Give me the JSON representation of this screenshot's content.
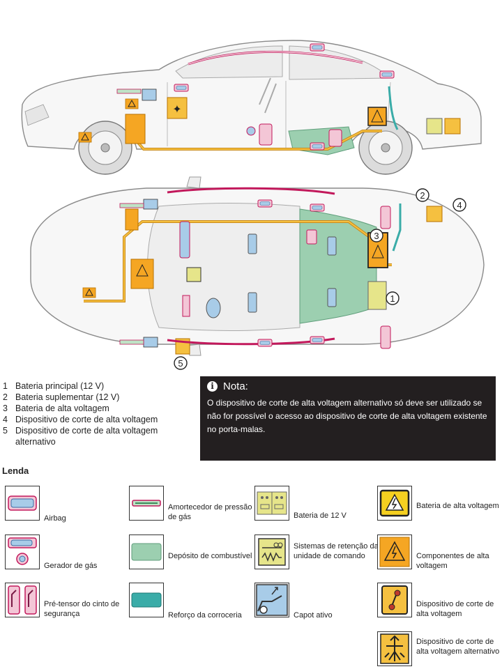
{
  "diagram": {
    "callouts": [
      "1",
      "2",
      "3",
      "4",
      "5"
    ]
  },
  "numbered_list": [
    {
      "num": "1",
      "text": "Bateria principal (12 V)"
    },
    {
      "num": "2",
      "text": "Bateria suplementar (12 V)"
    },
    {
      "num": "3",
      "text": "Bateria de alta voltagem"
    },
    {
      "num": "4",
      "text": "Dispositivo de corte de alta voltagem"
    },
    {
      "num": "5",
      "text": "Dispositivo de corte de alta voltagem alternativo"
    }
  ],
  "note": {
    "title": "Nota:",
    "icon": "info-icon",
    "text": "O dispositivo de corte de alta voltagem alternativo só deve ser utilizado se não for possível o acesso ao dispositivo de corte de alta voltagem existente no porta-malas."
  },
  "legend": {
    "title": "Lenda",
    "items": [
      {
        "label": "Airbag",
        "icon": "airbag-icon"
      },
      {
        "label": "Amortecedor de pressão de gás",
        "icon": "gas-strut-icon"
      },
      {
        "label": "Bateria de 12 V",
        "icon": "battery-12v-icon"
      },
      {
        "label": "Bateria de alta voltagem",
        "icon": "high-voltage-battery-icon"
      },
      {
        "label": "Gerador de gás",
        "icon": "gas-generator-icon"
      },
      {
        "label": "Depósito de combustível",
        "icon": "fuel-tank-icon"
      },
      {
        "label": "Sistemas de retenção da unidade de comando",
        "icon": "restraint-control-unit-icon"
      },
      {
        "label": "Componentes de alta voltagem",
        "icon": "high-voltage-component-icon"
      },
      {
        "label": "Pré-tensor do cinto de segurança",
        "icon": "belt-tensioner-icon"
      },
      {
        "label": "Reforço da corroceria",
        "icon": "body-reinforcement-icon"
      },
      {
        "label": "Capot ativo",
        "icon": "active-hood-icon"
      },
      {
        "label": "Dispositivo de corte de alta voltagem",
        "icon": "hv-disconnect-icon"
      },
      {
        "label": "Dispositivo de corte de alta voltagem alternativo",
        "icon": "hv-disconnect-alt-icon"
      }
    ]
  },
  "colors": {
    "high_voltage_orange": "#f5a623",
    "airbag_pink": "#e8a0b8",
    "airbag_blue": "#a8cce8",
    "fuel_green": "#9ccfb0",
    "reinforcement_teal": "#3aaca8",
    "battery_yellow": "#e6e58a",
    "note_bg": "#231f20"
  }
}
